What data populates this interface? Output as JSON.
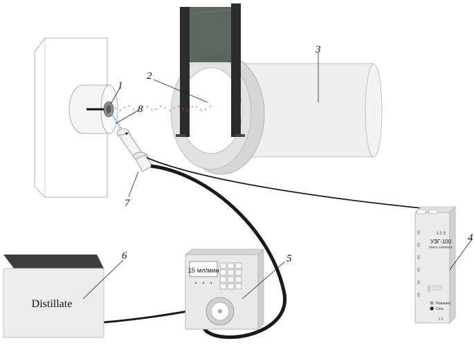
{
  "labels": {
    "l1": "1",
    "l2": "2",
    "l3": "3",
    "l4": "4",
    "l5": "5",
    "l6": "6",
    "l7": "7",
    "l8": "8"
  },
  "tank": {
    "label": "Distillate"
  },
  "pump": {
    "display": "15 мл/мин"
  },
  "generator": {
    "top_marks": "1 2 3",
    "model": "УЗГ-100",
    "subtitle": "РМЛА 10000031",
    "resonance_label": "Резонанс",
    "power_label": "Сеть",
    "bottom_marks": "1  2"
  },
  "droplet_symbol": "e",
  "colors": {
    "chamber": "#e6e6e6",
    "chamber_dark": "#cfcfcf",
    "cable": "#1a1a1a",
    "droplet": "#d9534f",
    "stream": "#7fb6d6"
  }
}
